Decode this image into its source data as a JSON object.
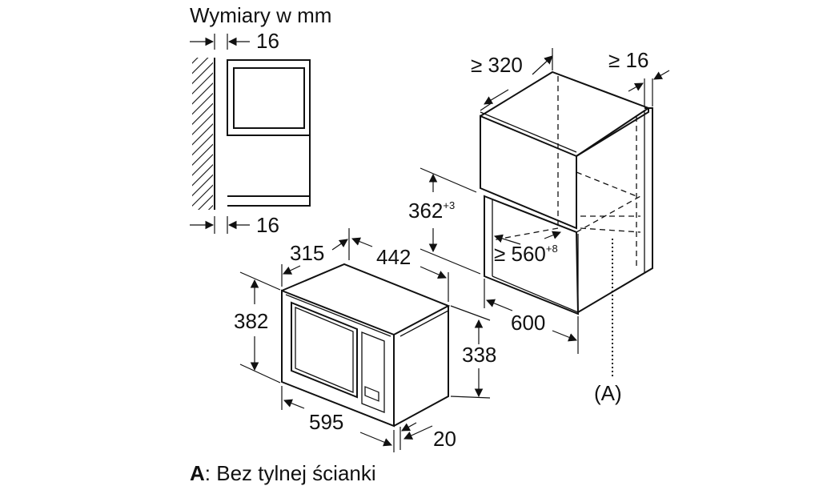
{
  "title": "Wymiary w mm",
  "side_view": {
    "top_offset": "16",
    "bottom_offset": "16"
  },
  "oven": {
    "depth": "315",
    "depth_total": "442",
    "height": "382",
    "width": "595",
    "body_height": "338",
    "front_offset": "20"
  },
  "niche": {
    "depth_min": "≥ 320",
    "side_gap_min": "≥ 16",
    "height_base": "362",
    "height_tol": "+3",
    "width_base": "≥ 560",
    "width_tol": "+8",
    "depth": "600",
    "marker": "(A)"
  },
  "legend": {
    "key": "A",
    "text": ": Bez tylnej ścianki"
  }
}
